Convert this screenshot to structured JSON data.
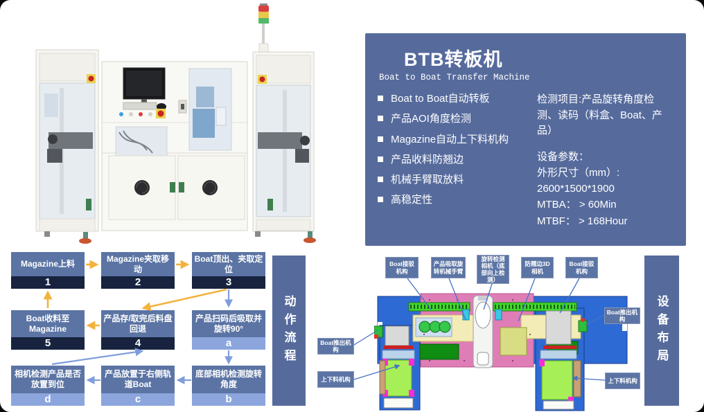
{
  "info_panel": {
    "title": "BTB转板机",
    "subtitle": "Boat to Boat Transfer Machine",
    "features": [
      "Boat to Boat自动转板",
      "产品AOI角度检测",
      "Magazine自动上下料机构",
      "产品收料防翘边",
      "机械手臂取放料",
      "高稳定性"
    ],
    "detection": "检测项目:产品旋转角度检测、读码（料盒、Boat、产品）",
    "params_title": "设备参数：",
    "params": [
      "外形尺寸（mm）:",
      "2600*1500*1900",
      "MTBA： > 60Min",
      "MTBF： > 168Hour"
    ]
  },
  "action_flow": {
    "section_label": "动作流程",
    "steps": [
      {
        "badge": "1",
        "label": "Magazine上料"
      },
      {
        "badge": "2",
        "label": "Magazine夹取移动"
      },
      {
        "badge": "3",
        "label": "Boat顶出、夹取定位"
      },
      {
        "badge": "5",
        "label": "Boat收料至Magazine"
      },
      {
        "badge": "4",
        "label": "产品存/取完后料盘回退"
      },
      {
        "badge": "a",
        "label": "产品扫码后吸取并旋转90°"
      },
      {
        "badge": "d",
        "label": "相机检测产品是否放置到位"
      },
      {
        "badge": "c",
        "label": "产品放置于右侧轨道Boat"
      },
      {
        "badge": "b",
        "label": "底部相机检测旋转角度"
      }
    ]
  },
  "equipment_layout": {
    "section_label": "设备布局",
    "top_callouts": [
      "Boat接驳机构",
      "产品吸取旋转机械手臂",
      "旋转检测相机（底部向上检测）",
      "防翘边3D相机",
      "Boat接驳机构"
    ],
    "left_callouts": [
      "Boat推出机构",
      "上下料机构"
    ],
    "right_callouts": [
      "Boat推出机构",
      "上下料机构"
    ]
  },
  "colors": {
    "panel_blue": "#566b9c",
    "flow_box_blue": "#5b74a4",
    "badge_dark_navy": "#17233f",
    "badge_light_blue": "#8ca6dd",
    "arrow_yellow": "#f2b33d",
    "arrow_blue": "#7f9ddb",
    "signal_lamp_red": "#d84040",
    "signal_lamp_yellow": "#e8c84a",
    "signal_lamp_green": "#54b868"
  }
}
